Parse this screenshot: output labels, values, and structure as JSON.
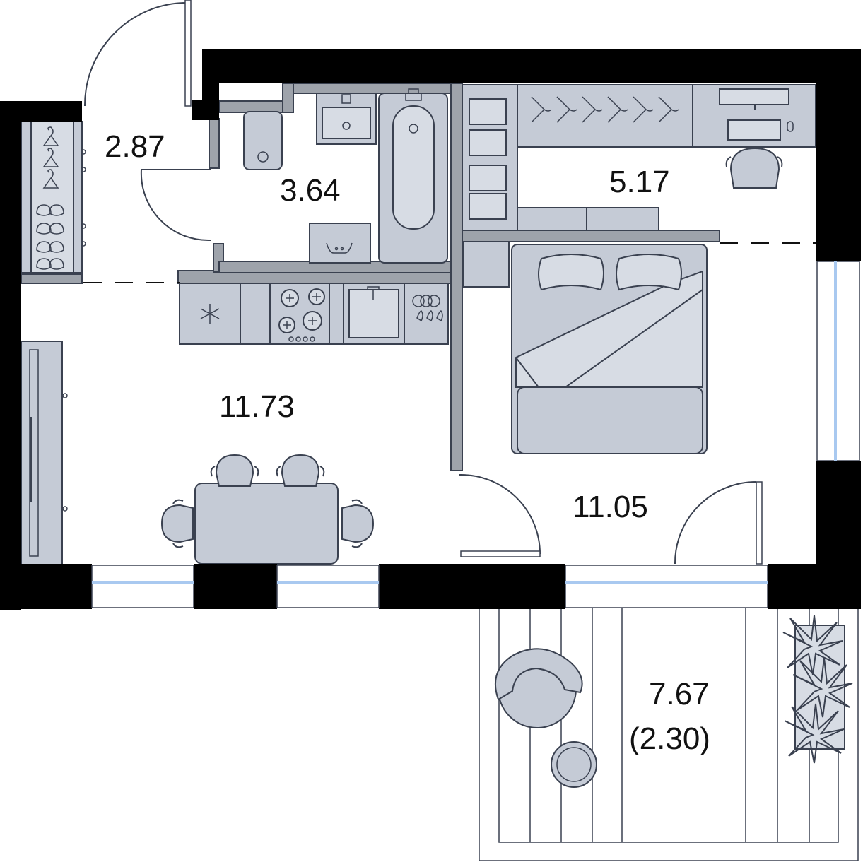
{
  "rooms": {
    "hall": {
      "area": "2.87"
    },
    "bathroom": {
      "area": "3.64"
    },
    "wardrobe": {
      "area": "5.17"
    },
    "living": {
      "area": "11.73"
    },
    "bedroom": {
      "area": "11.05"
    },
    "balcony": {
      "area": "7.67",
      "reduced_area": "(2.30)"
    }
  },
  "icons": [
    "snowflake-icon",
    "hanger-icon",
    "shoes-icon",
    "wash-icon",
    "plant-icon"
  ],
  "colors": {
    "wall": "#000000",
    "furniture": "#c5cbd6",
    "partition": "#9ea3ab",
    "glass": "#a9c9f0",
    "outline": "#3a4150"
  }
}
